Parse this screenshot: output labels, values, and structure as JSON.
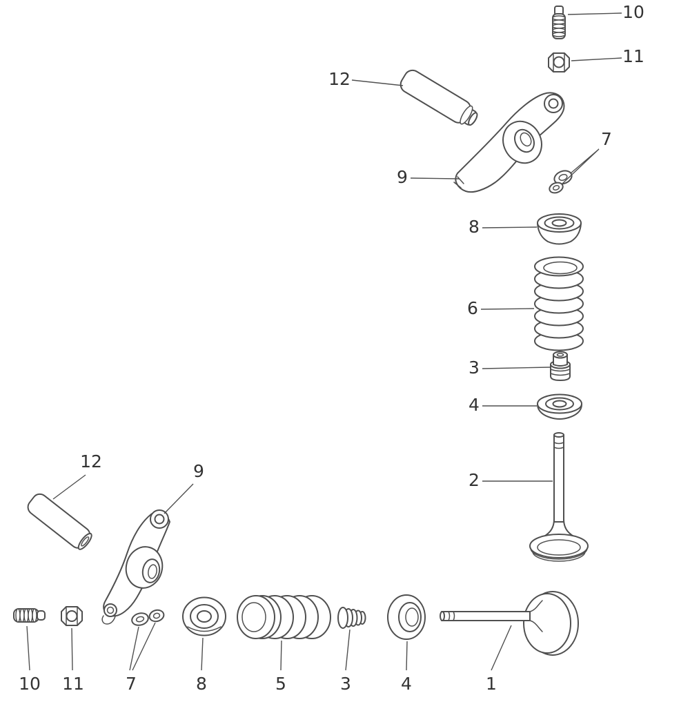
{
  "figure": {
    "kind": "exploded-parts-diagram",
    "subject": "engine-valve-train",
    "background_color": "#ffffff",
    "line_color": "#4f4f4f",
    "label_color": "#333333"
  },
  "parts": [
    {
      "number": "1",
      "name": "valve"
    },
    {
      "number": "2",
      "name": "valve"
    },
    {
      "number": "3",
      "name": "valve-stem-seal"
    },
    {
      "number": "4",
      "name": "spring-seat"
    },
    {
      "number": "5",
      "name": "valve-spring"
    },
    {
      "number": "6",
      "name": "valve-spring"
    },
    {
      "number": "7",
      "name": "valve-cotters"
    },
    {
      "number": "8",
      "name": "spring-retainer"
    },
    {
      "number": "9",
      "name": "rocker-arm"
    },
    {
      "number": "10",
      "name": "adjusting-screw"
    },
    {
      "number": "11",
      "name": "lock-nut"
    },
    {
      "number": "12",
      "name": "rocker-shaft"
    }
  ],
  "callouts": [
    {
      "label": "10",
      "part": "adjusting-screw",
      "group": "upper"
    },
    {
      "label": "11",
      "part": "lock-nut",
      "group": "upper"
    },
    {
      "label": "12",
      "part": "rocker-shaft",
      "group": "upper"
    },
    {
      "label": "9",
      "part": "rocker-arm",
      "group": "upper"
    },
    {
      "label": "7",
      "part": "valve-cotters",
      "group": "upper"
    },
    {
      "label": "8",
      "part": "spring-retainer",
      "group": "upper"
    },
    {
      "label": "6",
      "part": "valve-spring",
      "group": "upper"
    },
    {
      "label": "3",
      "part": "valve-stem-seal",
      "group": "upper"
    },
    {
      "label": "4",
      "part": "spring-seat",
      "group": "upper"
    },
    {
      "label": "2",
      "part": "valve",
      "group": "upper"
    },
    {
      "label": "12",
      "part": "rocker-shaft",
      "group": "lower"
    },
    {
      "label": "9",
      "part": "rocker-arm",
      "group": "lower"
    },
    {
      "label": "10",
      "part": "adjusting-screw",
      "group": "lower"
    },
    {
      "label": "11",
      "part": "lock-nut",
      "group": "lower"
    },
    {
      "label": "7",
      "part": "valve-cotters",
      "group": "lower"
    },
    {
      "label": "8",
      "part": "spring-retainer",
      "group": "lower"
    },
    {
      "label": "5",
      "part": "valve-spring",
      "group": "lower"
    },
    {
      "label": "3",
      "part": "valve-stem-seal",
      "group": "lower"
    },
    {
      "label": "4",
      "part": "spring-seat",
      "group": "lower"
    },
    {
      "label": "1",
      "part": "valve",
      "group": "lower"
    }
  ]
}
